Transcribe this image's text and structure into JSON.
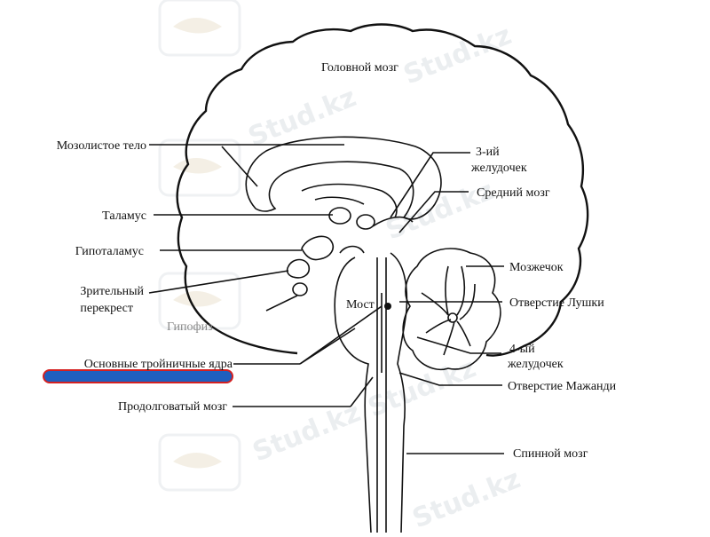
{
  "diagram": {
    "title": "Головной мозг",
    "labels_left": {
      "corpus_callosum": "Мозолистое тело",
      "thalamus": "Таламус",
      "hypothalamus": "Гипоталамус",
      "chiasm_line1": "Зрительный",
      "chiasm_line2": "перекрест",
      "pituitary": "Гипофиз",
      "trigeminal_nuclei": "Основные тройничные ядра",
      "medulla": "Продолговатый мозг"
    },
    "labels_right": {
      "third_ventricle_line1": "3-ий",
      "third_ventricle_line2": "желудочек",
      "midbrain": "Средний мозг",
      "cerebellum": "Мозжечок",
      "luschka": "Отверстие Лушки",
      "fourth_ventricle_line1": "4-ый",
      "fourth_ventricle_line2": "желудочек",
      "magendie": "Отверстие Мажанди",
      "spinal_cord": "Спинной мозг"
    },
    "label_pons": "Мост",
    "highlight_colors": {
      "fill": "#1f5fbf",
      "outline": "#d42020"
    }
  },
  "watermark": {
    "text": "Stud.kz"
  }
}
